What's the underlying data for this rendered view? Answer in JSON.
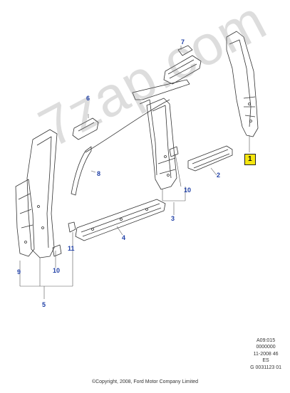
{
  "callouts": {
    "c1": "1",
    "c2": "2",
    "c3": "3",
    "c4": "4",
    "c5": "5",
    "c6": "6",
    "c7": "7",
    "c8": "8",
    "c9": "9",
    "c10a": "10",
    "c10b": "10",
    "c11": "11"
  },
  "watermark": "7zap.com",
  "reference": {
    "line1": "A09:015",
    "line2": "0000000",
    "line3": "11-2008 46",
    "line4": "ES",
    "line5": "G 0031123 01"
  },
  "copyright": "©Copyright, 2008, Ford Motor Company Limited",
  "colors": {
    "callout_text": "#1f3fa6",
    "highlight": "#f5e60f",
    "line": "#333333"
  }
}
